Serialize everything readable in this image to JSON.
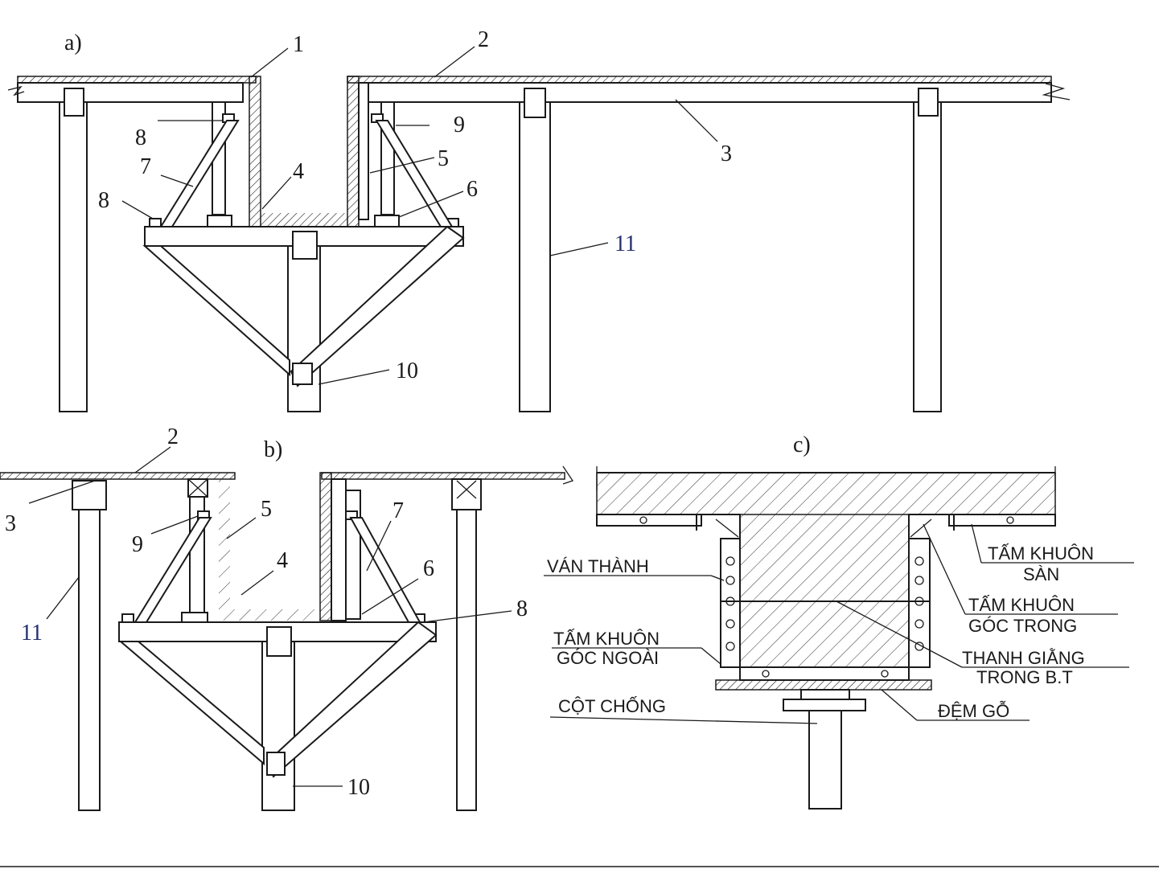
{
  "panel_a": {
    "title": "a)",
    "labels": [
      "1",
      "2",
      "3",
      "4",
      "5",
      "6",
      "7",
      "8",
      "8",
      "9",
      "10",
      "11"
    ]
  },
  "panel_b": {
    "title": "b)",
    "labels": [
      "2",
      "3",
      "4",
      "5",
      "6",
      "7",
      "8",
      "9",
      "10",
      "11"
    ]
  },
  "panel_c": {
    "title": "c)",
    "van_thanh": "VÁN THÀNH",
    "tam_khuon_san_1": "TẤM KHUÔN",
    "tam_khuon_san_2": "SÀN",
    "tam_khuon_goc_trong_1": "TẤM KHUÔN",
    "tam_khuon_goc_trong_2": "GÓC TRONG",
    "tam_khuon_goc_ngoai_1": "TẤM KHUÔN",
    "tam_khuon_goc_ngoai_2": "GÓC NGOÀI",
    "thanh_giang_1": "THANH GIẰNG",
    "thanh_giang_2": "TRONG B.T",
    "cot_chong": "CỘT CHỐNG",
    "dem_go": "ĐỆM GỖ"
  }
}
